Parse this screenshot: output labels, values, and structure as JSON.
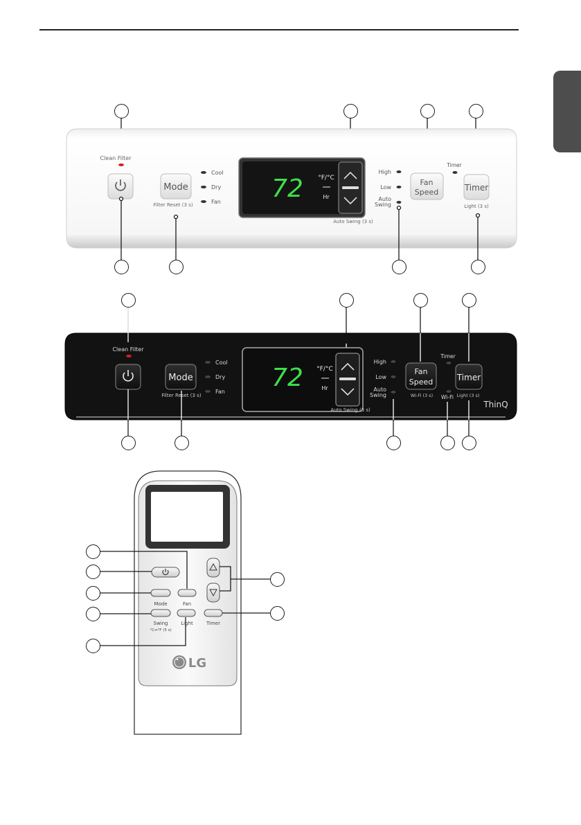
{
  "panel_white": {
    "clean_filter_label": "Clean Filter",
    "mode_label": "Mode",
    "filter_reset_label": "Filter Reset (3 s)",
    "mode_options": [
      "Cool",
      "Dry",
      "Fan"
    ],
    "display_value": "72",
    "units_label": "°F/°C",
    "hr_label": "Hr",
    "auto_swing_hold_label": "Auto Swing (3 s)",
    "fan_levels": [
      "High",
      "Low",
      "Auto",
      "Swing"
    ],
    "fan_speed_label": [
      "Fan",
      "Speed"
    ],
    "timer_indicator_label": "Timer",
    "timer_label": "Timer",
    "light_hold_label": "Light (3 s)"
  },
  "panel_black": {
    "clean_filter_label": "Clean Filter",
    "mode_label": "Mode",
    "filter_reset_label": "Filter Reset (3 s)",
    "mode_options": [
      "Cool",
      "Dry",
      "Fan"
    ],
    "display_value": "72",
    "units_label": "°F/°C",
    "hr_label": "Hr",
    "auto_swing_hold_label": "Auto Swing (3 s)",
    "fan_levels": [
      "High",
      "Low",
      "Auto",
      "Swing"
    ],
    "fan_speed_label": [
      "Fan",
      "Speed"
    ],
    "wifi_hold_label": "Wi-Fi (3 s)",
    "timer_indicator_label": "Timer",
    "timer_label": "Timer",
    "wifi_label": "Wi-Fi",
    "light_hold_label": "Light (3 s)",
    "brand_label": "ThinQ"
  },
  "remote": {
    "buttons": {
      "fan": "Fan",
      "mode": "Mode",
      "swing": "Swing",
      "swing_sub": "°C↔°F (5 s)",
      "light": "Light",
      "timer": "Timer"
    },
    "logo_text": "LG"
  },
  "colors": {
    "clean_filter_led": "#d42020",
    "display_digits": "#3ee04a",
    "black_panel": "#121212",
    "side_tab": "#4d4d4d"
  }
}
